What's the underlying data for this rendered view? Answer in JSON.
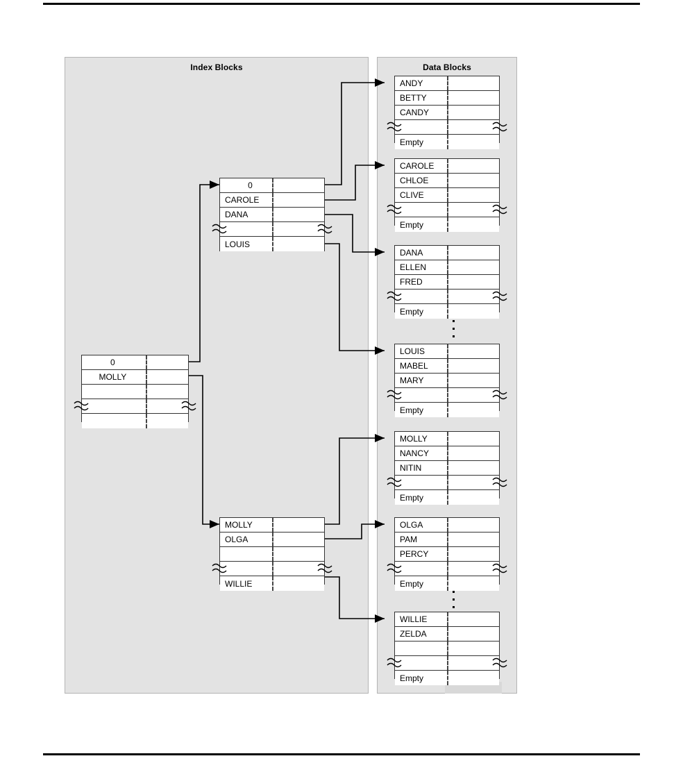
{
  "page": {
    "rule_top": "horizontal-rule",
    "rule_bottom": "horizontal-rule"
  },
  "panels": {
    "index": {
      "title": "Index Blocks"
    },
    "data": {
      "title": "Data Blocks"
    }
  },
  "diagram": {
    "type": "b-tree-index-structure",
    "root_block": {
      "name": "root-index-block",
      "rows": [
        {
          "label": "0",
          "kind": "key",
          "centered": true
        },
        {
          "label": "MOLLY",
          "kind": "key",
          "centered": true
        },
        {
          "label": "",
          "kind": "empty"
        },
        {
          "label": "",
          "kind": "break"
        },
        {
          "label": "",
          "kind": "empty"
        }
      ]
    },
    "branch_blocks": [
      {
        "name": "index-block-upper",
        "rows": [
          {
            "label": "0",
            "kind": "key",
            "centered": true
          },
          {
            "label": "CAROLE",
            "kind": "key"
          },
          {
            "label": "DANA",
            "kind": "key"
          },
          {
            "label": "",
            "kind": "break"
          },
          {
            "label": "LOUIS",
            "kind": "key"
          }
        ]
      },
      {
        "name": "index-block-lower",
        "rows": [
          {
            "label": "MOLLY",
            "kind": "key"
          },
          {
            "label": "OLGA",
            "kind": "key"
          },
          {
            "label": "",
            "kind": "empty"
          },
          {
            "label": "",
            "kind": "break"
          },
          {
            "label": "WILLIE",
            "kind": "key"
          }
        ]
      }
    ],
    "data_blocks": [
      {
        "name": "data-block-andy",
        "rows": [
          {
            "label": "ANDY",
            "kind": "key"
          },
          {
            "label": "BETTY",
            "kind": "key"
          },
          {
            "label": "CANDY",
            "kind": "key"
          },
          {
            "label": "",
            "kind": "break"
          },
          {
            "label": "Empty",
            "kind": "empty-label"
          }
        ]
      },
      {
        "name": "data-block-carole",
        "rows": [
          {
            "label": "CAROLE",
            "kind": "key"
          },
          {
            "label": "CHLOE",
            "kind": "key"
          },
          {
            "label": "CLIVE",
            "kind": "key"
          },
          {
            "label": "",
            "kind": "break"
          },
          {
            "label": "Empty",
            "kind": "empty-label"
          }
        ]
      },
      {
        "name": "data-block-dana",
        "rows": [
          {
            "label": "DANA",
            "kind": "key"
          },
          {
            "label": "ELLEN",
            "kind": "key"
          },
          {
            "label": "FRED",
            "kind": "key"
          },
          {
            "label": "",
            "kind": "break"
          },
          {
            "label": "Empty",
            "kind": "empty-label"
          }
        ]
      },
      {
        "name": "data-block-louis",
        "rows": [
          {
            "label": "LOUIS",
            "kind": "key"
          },
          {
            "label": "MABEL",
            "kind": "key"
          },
          {
            "label": "MARY",
            "kind": "key"
          },
          {
            "label": "",
            "kind": "break"
          },
          {
            "label": "Empty",
            "kind": "empty-label"
          }
        ]
      },
      {
        "name": "data-block-molly",
        "rows": [
          {
            "label": "MOLLY",
            "kind": "key"
          },
          {
            "label": "NANCY",
            "kind": "key"
          },
          {
            "label": "NITIN",
            "kind": "key"
          },
          {
            "label": "",
            "kind": "break"
          },
          {
            "label": "Empty",
            "kind": "empty-label"
          }
        ]
      },
      {
        "name": "data-block-olga",
        "rows": [
          {
            "label": "OLGA",
            "kind": "key"
          },
          {
            "label": "PAM",
            "kind": "key"
          },
          {
            "label": "PERCY",
            "kind": "key"
          },
          {
            "label": "",
            "kind": "break"
          },
          {
            "label": "Empty",
            "kind": "empty-label"
          }
        ]
      },
      {
        "name": "data-block-willie",
        "rows": [
          {
            "label": "WILLIE",
            "kind": "key"
          },
          {
            "label": "ZELDA",
            "kind": "key"
          },
          {
            "label": "",
            "kind": "empty"
          },
          {
            "label": "",
            "kind": "break"
          },
          {
            "label": "Empty",
            "kind": "empty-label"
          }
        ]
      }
    ],
    "ellipses": [
      {
        "name": "vertical-ellipsis-upper",
        "dots": 3
      },
      {
        "name": "vertical-ellipsis-lower",
        "dots": 3
      }
    ]
  },
  "colors": {
    "panel_fill": "#e3e3e3",
    "panel_border": "#b4b4b4",
    "block_fill": "#ffffff",
    "block_border": "#333333",
    "line": "#000000",
    "text": "#000000"
  }
}
